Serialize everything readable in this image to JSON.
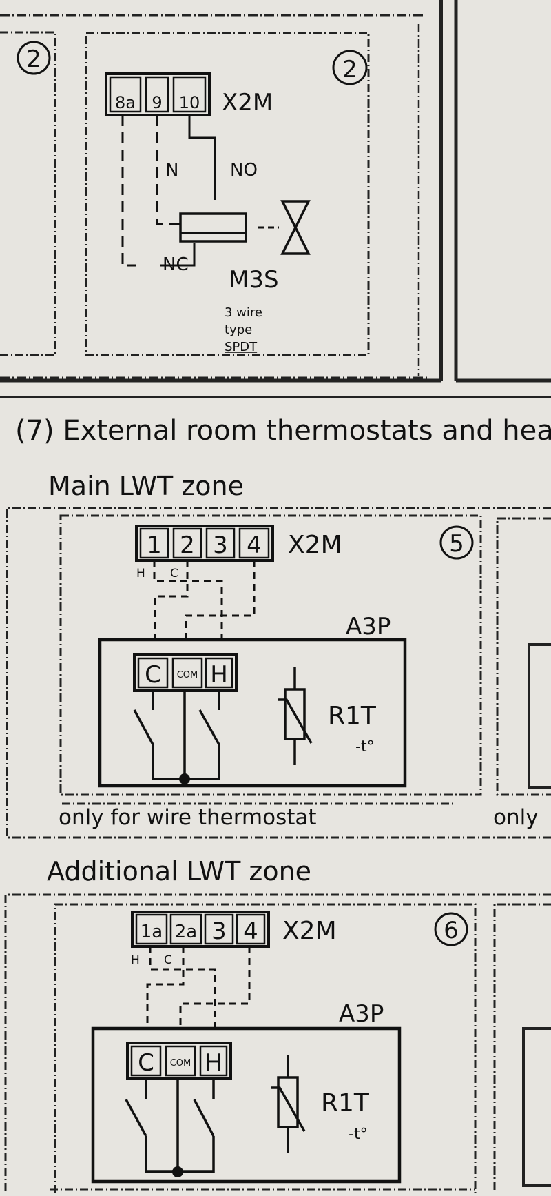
{
  "top_section": {
    "badge_left": "2",
    "badge_right": "2",
    "terminal_block": {
      "terminals": [
        "8a",
        "9",
        "10"
      ],
      "label": "X2M"
    },
    "wire_labels": {
      "n": "N",
      "no": "NO",
      "nc": "NC"
    },
    "component_label": "M3S",
    "component_desc": [
      "3 wire",
      "type",
      "SPDT"
    ]
  },
  "section_heading": "(7) External room thermostats and hea",
  "zones": [
    {
      "title": "Main LWT zone",
      "badge": "5",
      "terminal_block": {
        "terminals": [
          "1",
          "2",
          "3",
          "4"
        ],
        "label": "X2M"
      },
      "hc_labels": {
        "h": "H",
        "c": "C"
      },
      "board_label": "A3P",
      "relay_terminals": [
        "C",
        "COM",
        "H"
      ],
      "sensor_label": "R1T",
      "sensor_sub": "-t°",
      "footnote": "only for wire thermostat",
      "footnote_right": "only"
    },
    {
      "title": "Additional LWT zone",
      "badge": "6",
      "terminal_block": {
        "terminals": [
          "1a",
          "2a",
          "3",
          "4"
        ],
        "label": "X2M"
      },
      "hc_labels": {
        "h": "H",
        "c": "C"
      },
      "board_label": "A3P",
      "relay_terminals": [
        "C",
        "COM",
        "H"
      ],
      "sensor_label": "R1T",
      "sensor_sub": "-t°"
    }
  ]
}
